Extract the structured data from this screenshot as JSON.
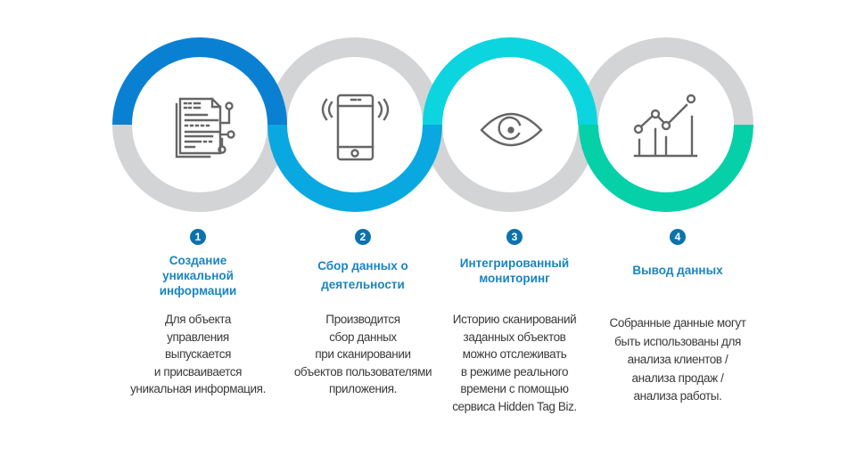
{
  "colors": {
    "ring_gray": "#d3d4d6",
    "step1": "#0a80d2",
    "step2": "#0aa8e0",
    "step3": "#0cd5e0",
    "step4": "#05d0a8",
    "badge": "#0b72ad",
    "title": "#1a84c0",
    "icon": "#666666"
  },
  "steps": [
    {
      "number": "1",
      "icon": "document-network-icon",
      "title": "Создание\nуникальной\nинформации",
      "description": "Для объекта\nуправления\nвыпускается\nи присваивается\nуникальная информация."
    },
    {
      "number": "2",
      "icon": "smartphone-signal-icon",
      "title": "Сбор данных о\nдеятельности",
      "description": "Производится\nсбор данных\nпри сканировании\nобъектов пользователями\nприложения."
    },
    {
      "number": "3",
      "icon": "eye-icon",
      "title": "Интегрированный\nмониторинг",
      "description": "Историю сканирований\nзаданных объектов\nможно отслеживать\nв режиме реального\nвремени с помощью\nсервиса Hidden Tag Biz."
    },
    {
      "number": "4",
      "icon": "chart-growth-icon",
      "title": "Вывод данных",
      "description": "Собранные данные могут\nбыть использованы для\nанализа клиентов /\nанализа продаж /\nанализа работы."
    }
  ]
}
